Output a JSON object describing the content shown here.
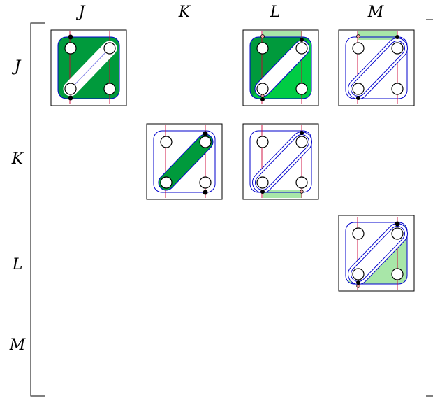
{
  "column_labels": [
    "J",
    "K",
    "L",
    "M"
  ],
  "row_labels": [
    "J",
    "K",
    "L",
    "M"
  ],
  "colors": {
    "dark_green": "#009a3c",
    "bright_green": "#00cc44",
    "light_green": "#a8e6a8",
    "outline_blue": "#0000cc",
    "wire_red": "#cc0033"
  },
  "cells": [
    {
      "row": "J",
      "col": "J",
      "variant": "filled-diagonal-band"
    },
    {
      "row": "J",
      "col": "L",
      "variant": "two-tone-with-top-strip"
    },
    {
      "row": "J",
      "col": "M",
      "variant": "outlined-band-with-top-strip"
    },
    {
      "row": "K",
      "col": "K",
      "variant": "filled-diagonal-band"
    },
    {
      "row": "K",
      "col": "L",
      "variant": "outlined-band-with-bottom-strip"
    },
    {
      "row": "L",
      "col": "M",
      "variant": "lower-right-triangle-fill"
    }
  ]
}
